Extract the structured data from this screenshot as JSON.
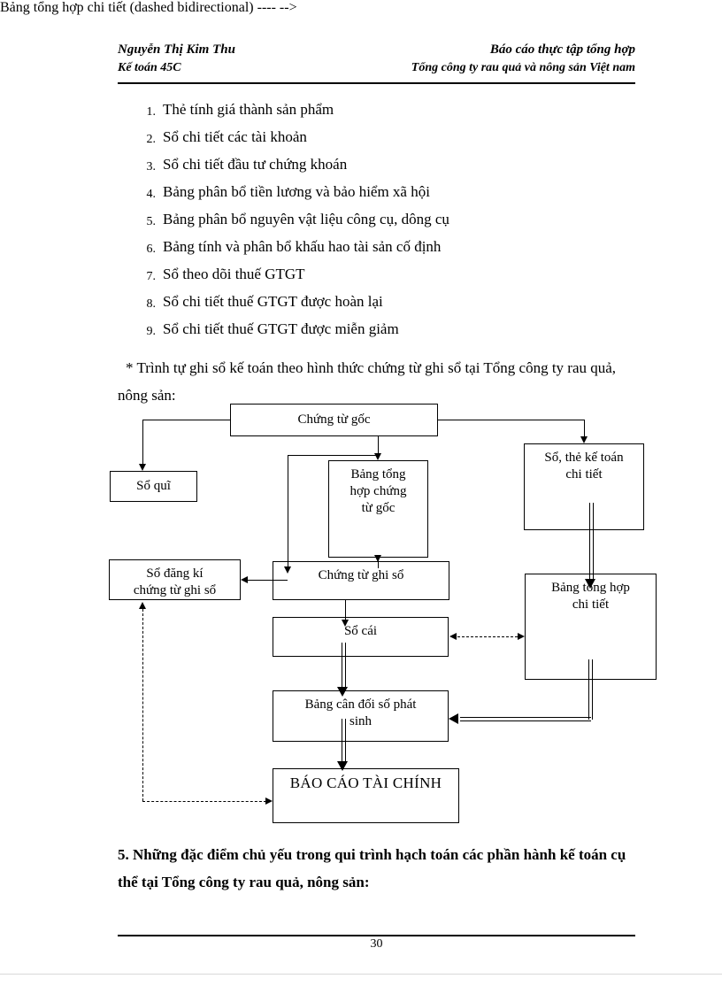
{
  "header": {
    "left_line1": "Nguyễn Thị Kim Thu",
    "left_line2": "Kế toán 45C",
    "right_line1": "Báo cáo thực tập tổng hợp",
    "right_line2": "Tổng công ty rau quả và nông sản Việt nam"
  },
  "list": {
    "items": [
      {
        "num": "1.",
        "text": "Thẻ tính giá thành sản phẩm"
      },
      {
        "num": "2.",
        "text": "Sổ chi tiết các tài khoản"
      },
      {
        "num": "3.",
        "text": "Sổ chi tiết đầu tư chứng khoán"
      },
      {
        "num": "4.",
        "text": "Bảng phân bổ tiền lương và bảo hiểm xã hội"
      },
      {
        "num": "5.",
        "text": "Bảng phân bổ nguyên vật liệu công cụ, dông cụ"
      },
      {
        "num": "6.",
        "text": "Bảng tính và phân bổ khấu hao tài sản cố định"
      },
      {
        "num": "7.",
        "text": "Sổ theo dõi thuế GTGT"
      },
      {
        "num": "8.",
        "text": "Sổ chi tiết thuế GTGT được hoàn lại"
      },
      {
        "num": "9.",
        "text": "Sổ chi tiết thuế GTGT được miễn giảm"
      }
    ]
  },
  "paragraphs": {
    "intro": "* Trình tự ghi sổ kế toán theo hình thức chứng từ ghi sổ tại Tổng công ty rau quả, nông sản:",
    "closing": "5. Những đặc điểm chủ yếu trong qui trình hạch toán các phần hành kế toán cụ thể tại Tổng công ty rau quả, nông sản:"
  },
  "chart_data": {
    "type": "diagram",
    "title": "Trình tự ghi sổ kế toán theo hình thức chứng từ ghi sổ",
    "nodes": [
      {
        "id": "chung-tu-goc",
        "label": "Chứng từ gốc"
      },
      {
        "id": "so-qui",
        "label": "Sổ quĩ"
      },
      {
        "id": "bang-tong-hop-chung-tu-goc",
        "label": "Bảng tổng hợp hợp chứng từ gốc"
      },
      {
        "id": "so-the-ke-toan-chi-tiet",
        "label": "Sổ, thẻ kế toán chi tiết"
      },
      {
        "id": "so-dang-ki-chung-tu-ghi-so",
        "label": "Sổ đăng kí chứng từ ghi sổ"
      },
      {
        "id": "chung-tu-ghi-so",
        "label": "Chứng từ ghi sổ"
      },
      {
        "id": "bang-tong-hop-chi-tiet",
        "label": "Bảng tổng hợp chi tiết"
      },
      {
        "id": "so-cai",
        "label": "Sổ cái"
      },
      {
        "id": "bang-can-doi-so-phat-sinh",
        "label": "Bảng cân đối số phát sinh"
      },
      {
        "id": "bao-cao-tai-chinh",
        "label": "BÁO CÁO TÀI CHÍNH"
      }
    ],
    "node_labels": {
      "chung_tu_goc": "Chứng từ gốc",
      "so_qui": "Sổ quĩ",
      "bang_tong_hop_chung_tu_goc_l1": "Bảng tổng",
      "bang_tong_hop_chung_tu_goc_l2": "hợp chứng",
      "bang_tong_hop_chung_tu_goc_l3": "từ gốc",
      "so_the_ke_toan_chi_tiet_l1": "Sổ, thẻ kế toán",
      "so_the_ke_toan_chi_tiet_l2": "chi tiết",
      "so_dang_ki_l1": "Sổ đăng kí",
      "so_dang_ki_l2": "chứng từ ghi sổ",
      "chung_tu_ghi_so": "Chứng từ ghi sổ",
      "bang_tong_hop_chi_tiet_l1": "Bảng tổng hợp",
      "bang_tong_hop_chi_tiet_l2": "chi tiết",
      "so_cai": "Sổ cái",
      "bang_can_doi_l1": "Bảng cân đối số phát",
      "bang_can_doi_l2": "sinh",
      "bao_cao_tai_chinh": "BÁO CÁO TÀI CHÍNH"
    },
    "edges": [
      {
        "from": "chung-tu-goc",
        "to": "so-qui",
        "style": "solid"
      },
      {
        "from": "chung-tu-goc",
        "to": "bang-tong-hop-chung-tu-goc",
        "style": "solid"
      },
      {
        "from": "chung-tu-goc",
        "to": "so-the-ke-toan-chi-tiet",
        "style": "solid"
      },
      {
        "from": "bang-tong-hop-chung-tu-goc",
        "to": "chung-tu-ghi-so",
        "style": "solid"
      },
      {
        "from": "chung-tu-ghi-so",
        "to": "so-dang-ki-chung-tu-ghi-so",
        "style": "solid"
      },
      {
        "from": "chung-tu-ghi-so",
        "to": "so-cai",
        "style": "solid"
      },
      {
        "from": "so-the-ke-toan-chi-tiet",
        "to": "bang-tong-hop-chi-tiet",
        "style": "double"
      },
      {
        "from": "so-cai",
        "to": "bang-tong-hop-chi-tiet",
        "style": "dashed-bidirectional"
      },
      {
        "from": "so-cai",
        "to": "bang-can-doi-so-phat-sinh",
        "style": "double"
      },
      {
        "from": "bang-tong-hop-chi-tiet",
        "to": "bang-can-doi-so-phat-sinh",
        "style": "double"
      },
      {
        "from": "bang-can-doi-so-phat-sinh",
        "to": "bao-cao-tai-chinh",
        "style": "double"
      },
      {
        "from": "so-dang-ki-chung-tu-ghi-so",
        "to": "bao-cao-tai-chinh",
        "style": "dashed"
      }
    ],
    "colors": {
      "line": "#000000",
      "text": "#000000",
      "background": "#ffffff"
    }
  },
  "footer": {
    "page_number": "30"
  }
}
